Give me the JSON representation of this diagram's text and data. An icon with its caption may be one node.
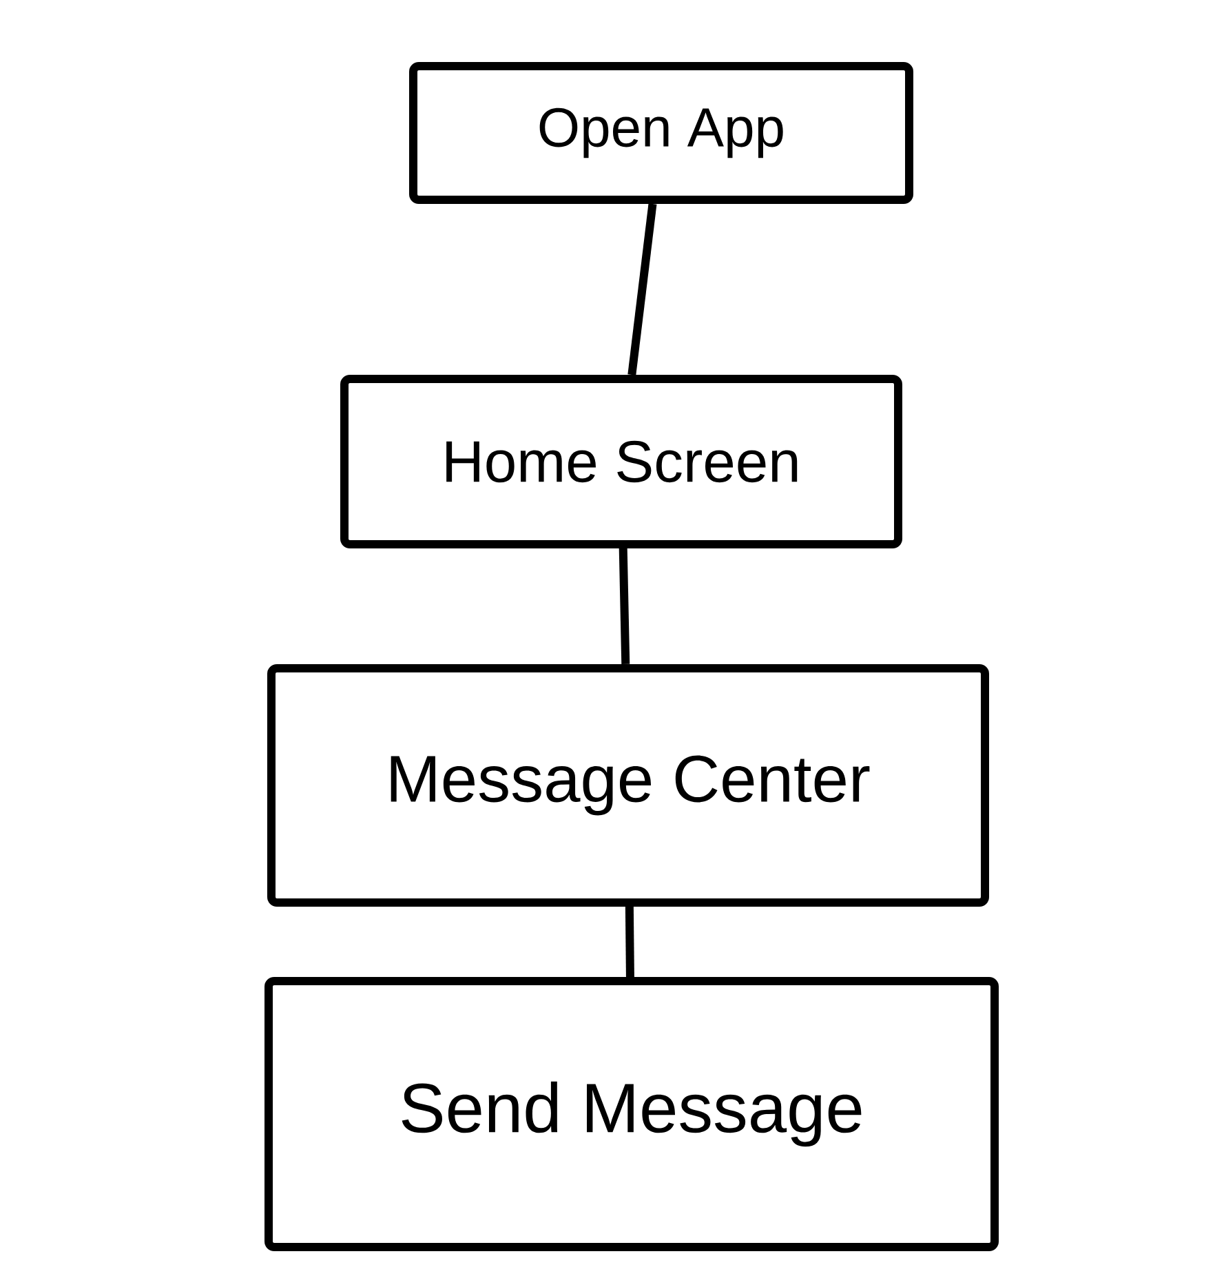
{
  "diagram": {
    "nodes": [
      {
        "text": [
          "Open App"
        ]
      },
      {
        "text": [
          "Home Screen"
        ]
      },
      {
        "text": [
          "Message Center"
        ]
      },
      {
        "text": [
          "Send Message"
        ]
      }
    ],
    "edges": [
      {
        "from": 0,
        "to": 1,
        "arrow": "none"
      },
      {
        "from": 1,
        "to": 2,
        "arrow": "none"
      },
      {
        "from": 2,
        "to": 3,
        "arrow": "none"
      }
    ]
  }
}
